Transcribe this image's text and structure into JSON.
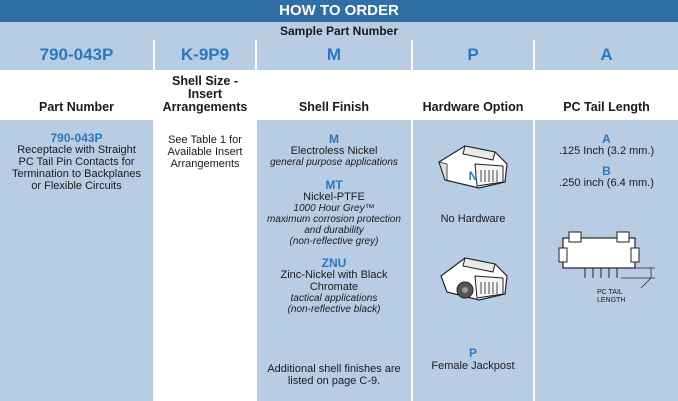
{
  "title": "HOW TO ORDER",
  "subtitle": "Sample Part Number",
  "columns": {
    "part_number": {
      "code": "790-043P",
      "header": "Part Number",
      "entry_code": "790-043P",
      "lines": [
        "Receptacle with Straight",
        "PC Tail Pin Contacts for",
        "Termination to Backplanes",
        "or Flexible Circuits"
      ]
    },
    "shell_size": {
      "code": "K-9P9",
      "header_lines": [
        "Shell Size -",
        "Insert",
        "Arrangements"
      ],
      "lines": [
        "See Table 1 for",
        "Available Insert",
        "Arrangements"
      ]
    },
    "shell_finish": {
      "code": "M",
      "header": "Shell Finish",
      "options": [
        {
          "code": "M",
          "name": "Electroless Nickel",
          "notes": [
            "general purpose applications"
          ]
        },
        {
          "code": "MT",
          "name": "Nickel-PTFE",
          "notes": [
            "1000 Hour Grey™",
            "maximum corrosion protection",
            "and durability",
            "(non-reflective grey)"
          ]
        },
        {
          "code": "ZNU",
          "name_lines": [
            "Zinc-Nickel with Black",
            "Chromate"
          ],
          "notes": [
            "tactical applications",
            "(non-reflective black)"
          ]
        }
      ],
      "footer_lines": [
        "Additional shell finishes are",
        "listed on page C-9."
      ]
    },
    "hardware": {
      "code": "P",
      "header": "Hardware Option",
      "options": [
        {
          "code": "N",
          "name": "No Hardware",
          "icon": "connector-no-hardware-icon"
        },
        {
          "code": "P",
          "name": "Female Jackpost",
          "icon": "connector-jackpost-icon"
        }
      ]
    },
    "pc_tail": {
      "code": "A",
      "header": "PC Tail Length",
      "options": [
        {
          "code": "A",
          "value": ".125 Inch (3.2 mm.)"
        },
        {
          "code": "B",
          "value": ".250 inch (6.4 mm.)"
        }
      ],
      "diagram_label_lines": [
        "PC TAIL",
        "LENGTH"
      ]
    }
  },
  "colors": {
    "header_band": "#2f6fa5",
    "light_band": "#b8cde4",
    "code_text": "#2a78c2"
  }
}
